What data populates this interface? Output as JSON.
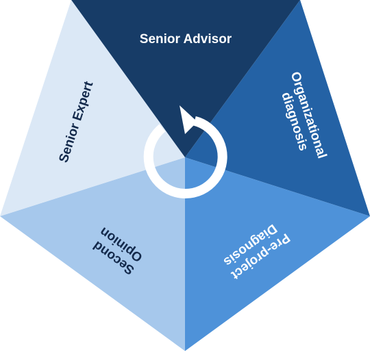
{
  "diagram": {
    "segments": [
      {
        "id": "senior-advisor",
        "label_lines": [
          "Senior Advisor"
        ],
        "color": "#173c67",
        "text_color": "#ffffff"
      },
      {
        "id": "organizational-diagnosis",
        "label_lines": [
          "Organizational",
          "diagnosis"
        ],
        "color": "#2462a5",
        "text_color": "#ffffff"
      },
      {
        "id": "pre-project-diagnosis",
        "label_lines": [
          "Pre-project",
          "Diagnosis"
        ],
        "color": "#4e92d9",
        "text_color": "#ffffff"
      },
      {
        "id": "second-opinion",
        "label_lines": [
          "Second",
          "Opinion"
        ],
        "color": "#a6c8ec",
        "text_color": "#13294b"
      },
      {
        "id": "senior-expert",
        "label_lines": [
          "Senior Expert"
        ],
        "color": "#dbe8f6",
        "text_color": "#13294b"
      }
    ],
    "center_icon": "cycle-arrow-icon",
    "center_icon_color": "#ffffff"
  }
}
